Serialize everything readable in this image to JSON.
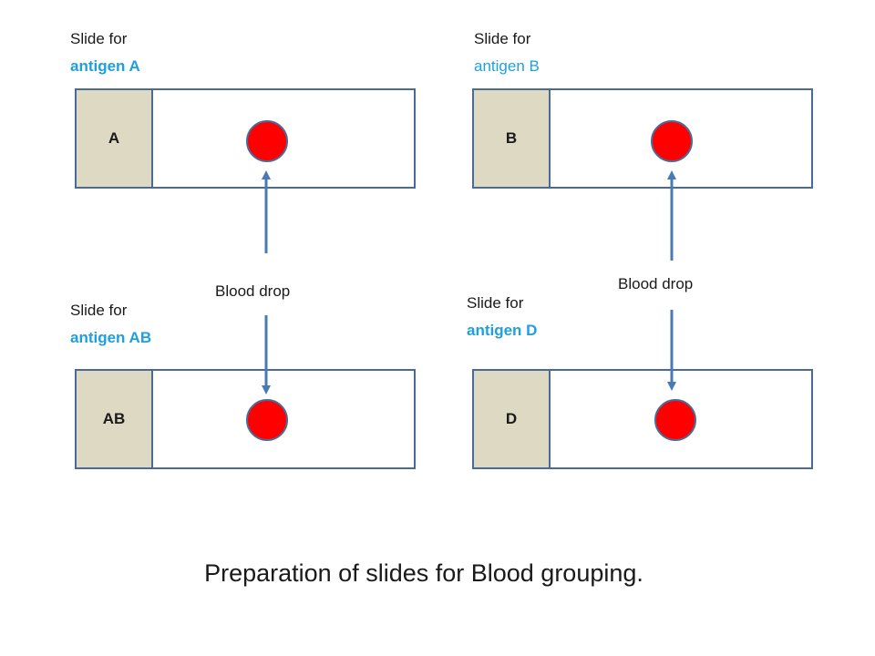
{
  "slides": [
    {
      "caption_lead": "Slide for",
      "caption_antigen": "antigen A",
      "tab": "A"
    },
    {
      "caption_lead": "Slide for",
      "caption_antigen": "antigen B",
      "tab": "B"
    },
    {
      "caption_lead": "Slide for",
      "caption_antigen": "antigen AB",
      "tab": "AB"
    },
    {
      "caption_lead": "Slide for",
      "caption_antigen": "antigen D",
      "tab": "D"
    }
  ],
  "blood_drop_label": "Blood drop",
  "footer": "Preparation of slides for Blood grouping.",
  "colors": {
    "antigen_text": "#1fa0dc",
    "slide_border": "#4a6a9a",
    "tab_fill": "#ddd9c3",
    "drop_fill": "#ff0000"
  }
}
